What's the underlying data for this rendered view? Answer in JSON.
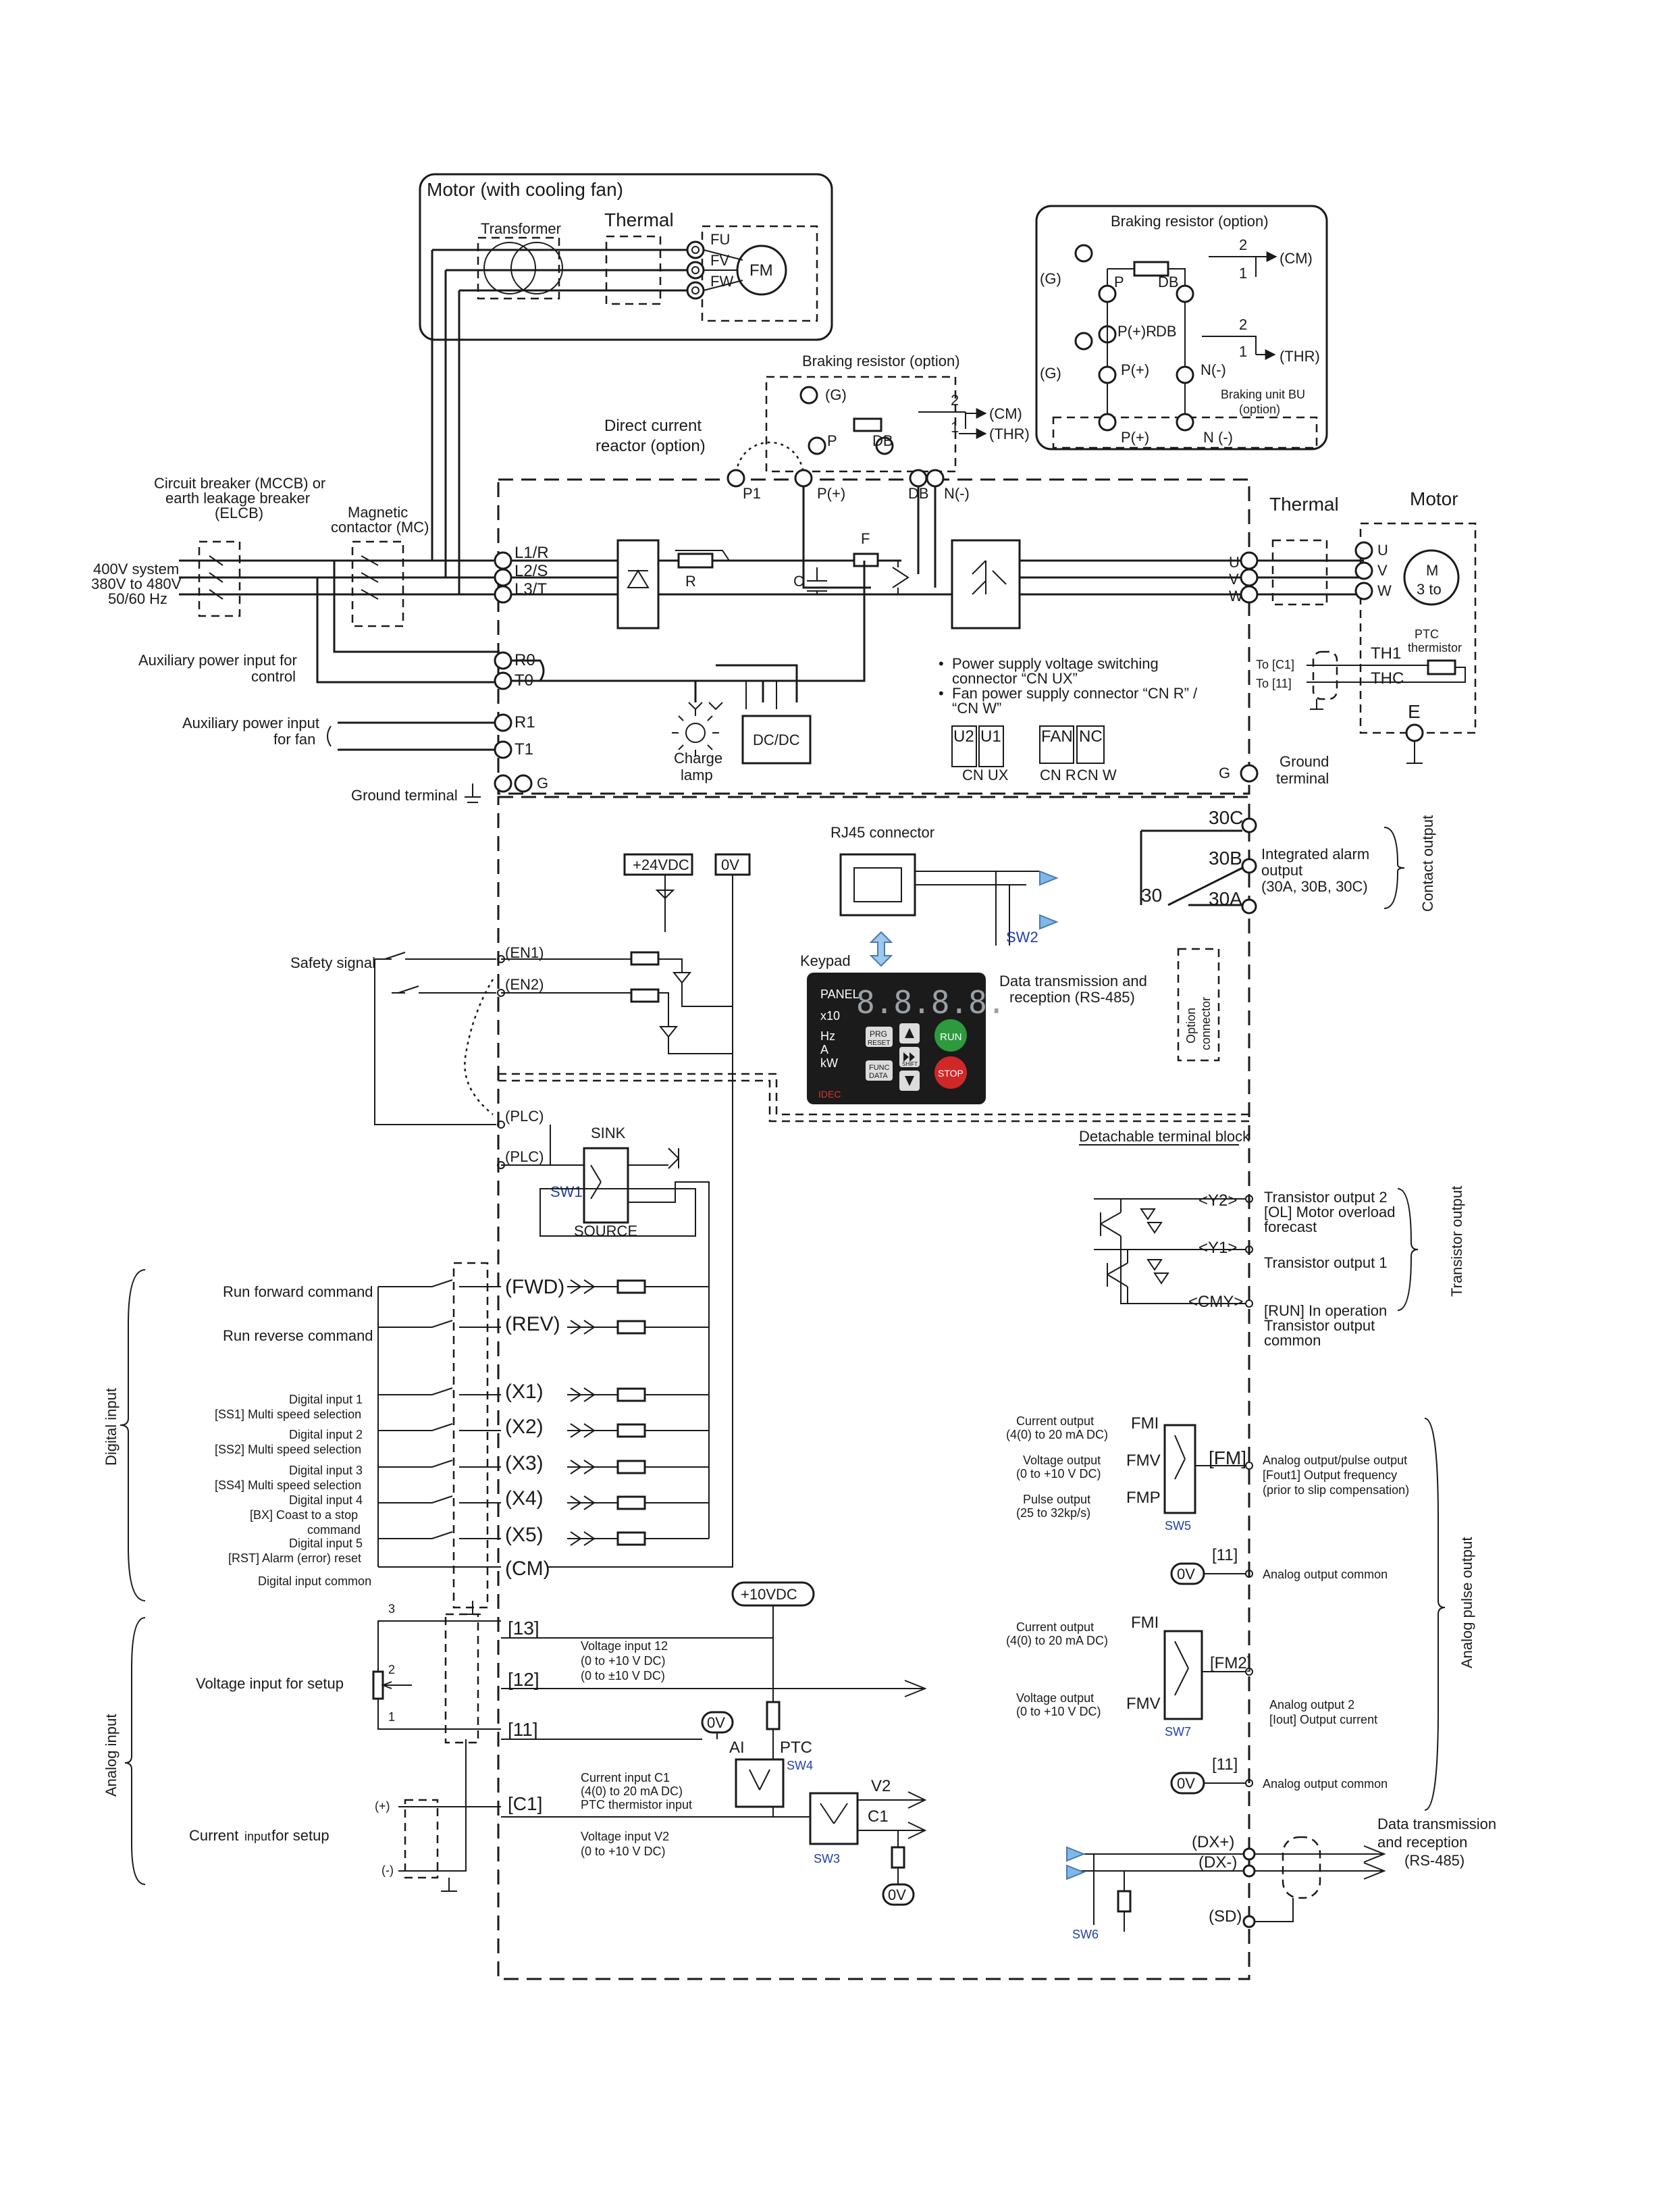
{
  "motor_fan_box": {
    "title": "Motor (with cooling fan)",
    "transformer": "Transformer",
    "thermal": "Thermal",
    "fu": "FU",
    "fv": "FV",
    "fw": "FW",
    "fm": "FM"
  },
  "braking_box_right": {
    "title": "Braking resistor (option)",
    "g1": "(G)",
    "g2": "(G)",
    "p": "P",
    "db": "DB",
    "two_a": "2",
    "one_a": "1",
    "cm": "(CM)",
    "p_plus_r": "P(+)R",
    "db2": "DB",
    "two_b": "2",
    "one_b": "1",
    "thr": "(THR)",
    "p_plus": "P(+)",
    "n_minus": "N(-)",
    "bu": "Braking unit BU",
    "bu_option": "(option)",
    "p_plus_b": "P(+)",
    "n_minus_b": "N (-)"
  },
  "braking_box_mid": {
    "title": "Braking resistor (option)",
    "g": "(G)",
    "two": "2",
    "one": "1",
    "cm": "(CM)",
    "thr": "(THR)",
    "p": "P",
    "db": "DB"
  },
  "dc_reactor": {
    "line1": "Direct current",
    "line2": "reactor (option)"
  },
  "main_terminals": {
    "p1": "P1",
    "p_plus": "P(+)",
    "db": "DB",
    "n_minus": "N(-)",
    "l1": "L1/R",
    "l2": "L2/S",
    "l3": "L3/T",
    "r0": "R0",
    "t0": "T0",
    "r1": "R1",
    "t1": "T1",
    "g": "G",
    "r": "R",
    "f": "F",
    "c": "C"
  },
  "supply": {
    "breaker1": "Circuit breaker (MCCB) or",
    "breaker2": "earth leakage breaker",
    "breaker3": "(ELCB)",
    "contactor1": "Magnetic",
    "contactor2": "contactor (MC)",
    "system1": "400V system",
    "system2": "380V to 480V",
    "system3": "50/60 Hz",
    "aux_control1": "Auxiliary power input for",
    "aux_control2": "control",
    "aux_fan1": "Auxiliary power input",
    "aux_fan2": "for fan",
    "ground": "Ground terminal"
  },
  "charge": {
    "line1": "Charge",
    "line2": "lamp",
    "dcdc": "DC/DC"
  },
  "connectors": {
    "note1a": "Power supply voltage switching",
    "note1b": "connector “CN UX”",
    "note2a": "Fan power supply connector “CN R” /",
    "note2b": "“CN W”",
    "u2": "U2",
    "u1": "U1",
    "fan": "FAN",
    "nc": "NC",
    "cnux": "CN UX",
    "cnr": "CN R",
    "cnw": "CN W"
  },
  "output_side": {
    "thermal": "Thermal",
    "motor": "Motor",
    "u_in": "U",
    "v_in": "V",
    "w_in": "W",
    "u_m": "U",
    "v_m": "V",
    "w_m": "W",
    "m": "M",
    "m3": "3 to",
    "th1": "TH1",
    "thc": "THC",
    "ptc1": "PTC",
    "ptc2": "thermistor",
    "toc1": "To [C1]",
    "to11": "To [11]",
    "e": "E",
    "g": "G",
    "ground1": "Ground",
    "ground2": "terminal"
  },
  "contact_output": {
    "c30c": "30C",
    "c30b": "30B",
    "c30a": "30A",
    "c30": "30",
    "alarm1": "Integrated alarm",
    "alarm2": "output",
    "alarm3": "(30A, 30B, 30C)",
    "side": "Contact output"
  },
  "rj45": {
    "title": "RJ45 connector",
    "sw2": "SW2",
    "keypad": "Keypad",
    "data1": "Data transmission and",
    "data2": "reception (RS-485)",
    "option1": "Option",
    "option2": "connector",
    "detachable": "Detachable terminal block"
  },
  "keypad": {
    "panel": "PANEL",
    "x10": "x10",
    "hz": "Hz",
    "a": "A",
    "kw": "kW",
    "prg": "PRG",
    "reset": "RESET",
    "func": "FUNC",
    "data": "DATA",
    "run": "RUN",
    "stop": "STOP",
    "shift": "SHIFT",
    "brand": "IDEC",
    "digits": "8.8.8.8."
  },
  "safety": {
    "v24": "+24VDC",
    "v0": "0V",
    "signal": "Safety signal",
    "en1": "(EN1)",
    "en2": "(EN2)",
    "plc1": "(PLC)",
    "plc2": "(PLC)",
    "sink": "SINK",
    "source": "SOURCE",
    "sw1": "SW1"
  },
  "digital_inputs": {
    "fwd": "(FWD)",
    "rev": "(REV)",
    "x1": "(X1)",
    "x2": "(X2)",
    "x3": "(X3)",
    "x4": "(X4)",
    "x5": "(X5)",
    "cm": "(CM)",
    "run_fwd": "Run forward command",
    "run_rev": "Run reverse command",
    "d1a": "Digital input 1",
    "d1b": "[SS1] Multi speed selection",
    "d2a": "Digital input 2",
    "d2b": "[SS2] Multi speed selection",
    "d3a": "Digital input 3",
    "d3b": "[SS4] Multi speed selection",
    "d4a": "Digital input 4",
    "d4b": "[BX] Coast to a stop",
    "d4c": "command",
    "d5a": "Digital input 5",
    "d5b": "[RST] Alarm (error) reset",
    "common": "Digital input common",
    "side": "Digital input"
  },
  "analog_inputs": {
    "v10": "+10VDC",
    "t13": "[13]",
    "t12": "[12]",
    "t11": "[11]",
    "c1": "[C1]",
    "vin12a": "Voltage input 12",
    "vin12b": "(0 to +10 V DC)",
    "vin12c": "(0 to ±10 V DC)",
    "v0": "0V",
    "v0b": "0V",
    "ai": "AI",
    "ptc": "PTC",
    "sw4": "SW4",
    "sw3": "SW3",
    "cin1": "Current input C1",
    "cin2": "(4(0) to 20 mA DC)",
    "cin3": "PTC thermistor input",
    "vin2a": "Voltage input V2",
    "vin2b": "(0 to +10 V DC)",
    "v2": "V2",
    "c1b": "C1",
    "n3": "3",
    "n2": "2",
    "n1": "1",
    "vsetup": "Voltage input for setup",
    "csetup_a": "Current ",
    "csetup_b": "input",
    "csetup_c": " for setup",
    "plus": "(+)",
    "minus": "(-)",
    "side": "Analog input"
  },
  "transistor_outputs": {
    "y2": "<Y2>",
    "y1": "<Y1>",
    "cmy": "<CMY>",
    "y2a": "Transistor output 2",
    "y2b": "[OL] Motor overload",
    "y2c": "forecast",
    "y1a": "Transistor output 1",
    "cmya": "[RUN] In operation",
    "cmyb": "Transistor output",
    "cmyc": "common",
    "side": "Transistor output"
  },
  "analog_outputs": {
    "fmi": "FMI",
    "fmv": "FMV",
    "fmp": "FMP",
    "fm": "[FM]",
    "co1": "Current output",
    "co2": "(4(0) to 20 mA DC)",
    "vo1": "Voltage output",
    "vo2": "(0 to +10 V DC)",
    "po1": "Pulse output",
    "po2": "(25 to 32kp/s)",
    "sw5": "SW5",
    "ao1": "Analog output/pulse output",
    "ao2": "[Fout1] Output frequency",
    "ao3": "(prior to slip compensation)",
    "t11": "[11]",
    "v0": "0V",
    "common": "Analog output common",
    "fmi2": "FMI",
    "fmv2": "FMV",
    "fm2": "[FM2]",
    "co1b": "Current output",
    "co2b": "(4(0) to 20 mA DC)",
    "vo1b": "Voltage output",
    "vo2b": "(0 to +10 V DC)",
    "sw7": "SW7",
    "ao2a": "Analog output 2",
    "ao2b": "[Iout] Output current",
    "t11b": "[11]",
    "v0b": "0V",
    "common2": "Analog output common",
    "side": "Analog pulse output"
  },
  "rs485": {
    "dxp": "(DX+)",
    "dxm": "(DX-)",
    "sd": "(SD)",
    "sw6": "SW6",
    "line1": "Data transmission",
    "line2": "and reception",
    "line3": "(RS-485)"
  }
}
